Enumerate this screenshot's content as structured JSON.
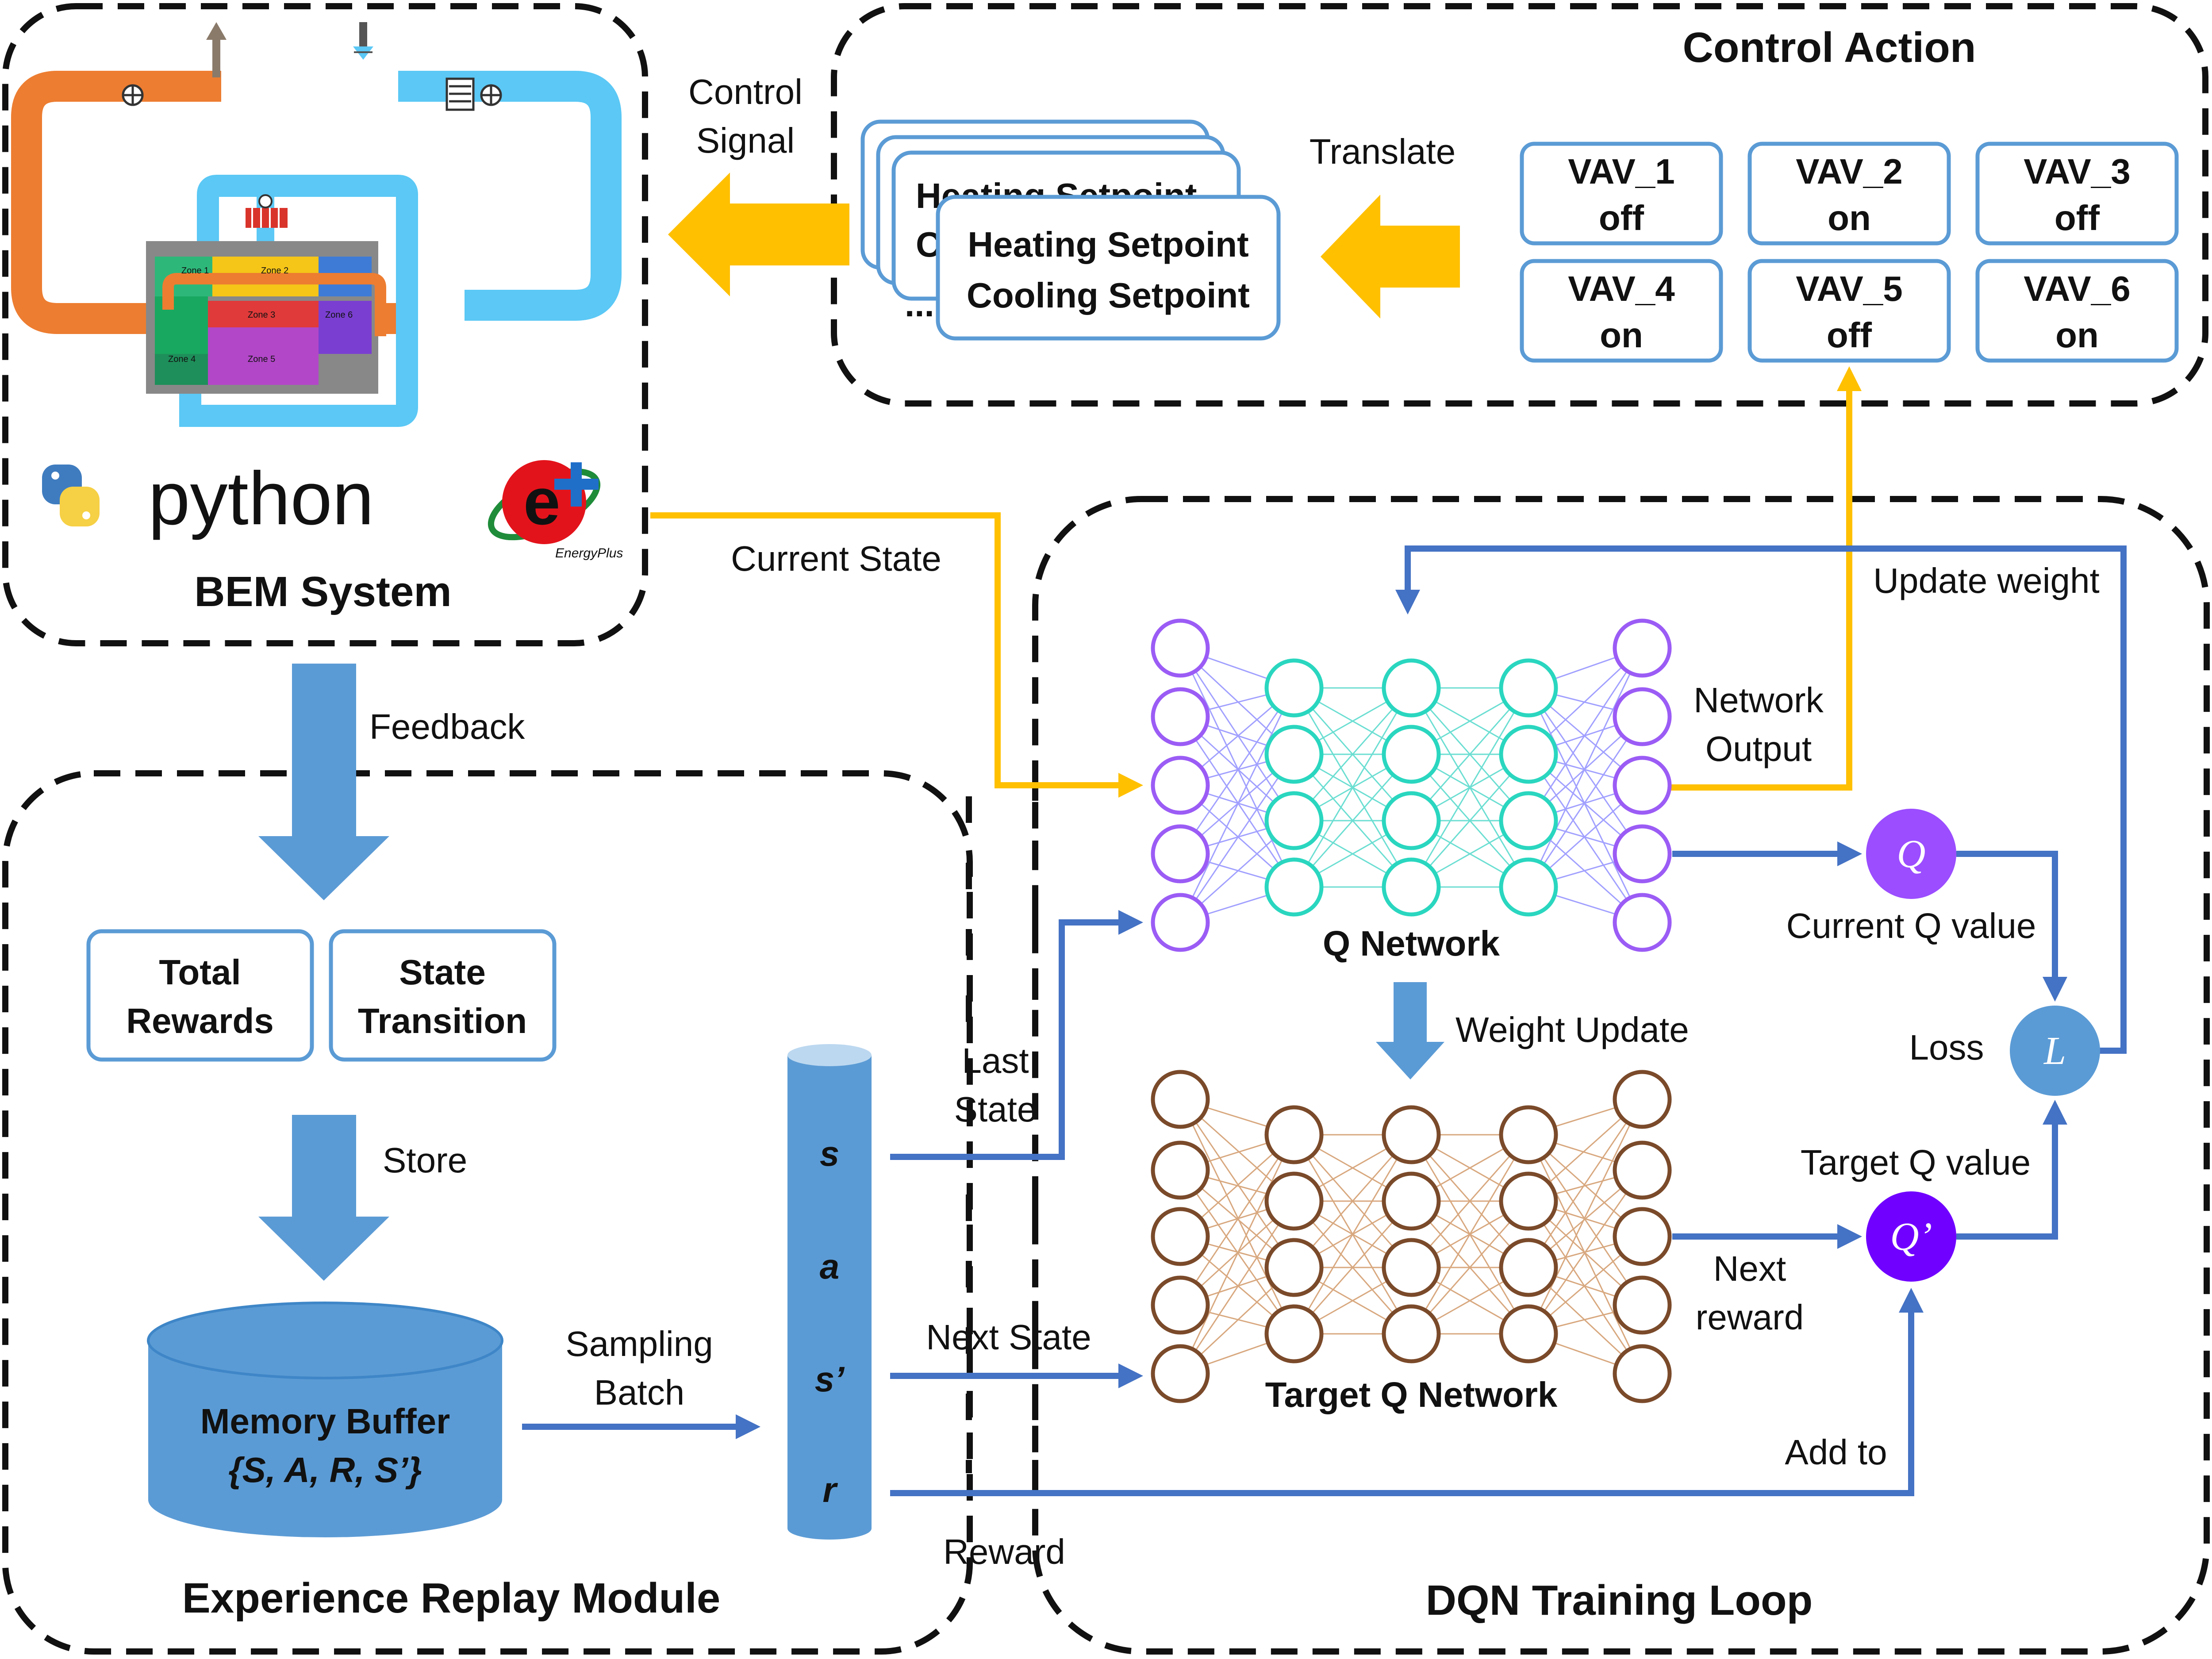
{
  "bem": {
    "title": "BEM System",
    "python_label": "python",
    "energyplus_label": "EnergyPlus",
    "zones": [
      "Zone 1",
      "Zone 2",
      "Zone 3",
      "Zone 4",
      "Zone 5",
      "Zone 6"
    ]
  },
  "control_action": {
    "title": "Control Action",
    "translate_label": "Translate",
    "vavs": [
      {
        "name": "VAV_1",
        "state": "off"
      },
      {
        "name": "VAV_2",
        "state": "on"
      },
      {
        "name": "VAV_3",
        "state": "off"
      },
      {
        "name": "VAV_4",
        "state": "on"
      },
      {
        "name": "VAV_5",
        "state": "off"
      },
      {
        "name": "VAV_6",
        "state": "on"
      }
    ],
    "setpoint_back": "Heating Setpoint",
    "setpoint_back_partial": "C",
    "setpoint_heating": "Heating Setpoint",
    "setpoint_cooling": "Cooling Setpoint",
    "ellipsis": "..."
  },
  "control_signal": {
    "line1": "Control",
    "line2": "Signal"
  },
  "current_state_label": "Current State",
  "feedback_label": "Feedback",
  "replay": {
    "title": "Experience Replay Module",
    "total_rewards": {
      "line1": "Total",
      "line2": "Rewards"
    },
    "state_transition": {
      "line1": "State",
      "line2": "Transition"
    },
    "store_label": "Store",
    "memory_buffer": {
      "line1": "Memory Buffer",
      "line2": "{S, A, R, S’}"
    },
    "sampling_batch": {
      "line1": "Sampling",
      "line2": "Batch"
    },
    "column_letters": [
      "s",
      "a",
      "s’",
      "r"
    ]
  },
  "dqn": {
    "title": "DQN Training Loop",
    "q_network": "Q Network",
    "target_q_network": "Target Q Network",
    "weight_update": "Weight Update",
    "update_weight": "Update weight",
    "network_output": {
      "line1": "Network",
      "line2": "Output"
    },
    "current_q_value": "Current Q value",
    "target_q_value": "Target Q value",
    "loss_label": "Loss",
    "q_symbol": "Q",
    "q_prime_symbol": "Q’",
    "l_symbol": "L",
    "next_reward": {
      "line1": "Next",
      "line2": "reward"
    },
    "add_to": "Add to",
    "last_state": {
      "line1": "Last",
      "line2": "State"
    },
    "next_state": "Next State",
    "reward": "Reward"
  },
  "colors": {
    "yellow_arrow": "#ffc000",
    "blue_arrow": "#4472c4",
    "block_blue": "#5b9bd5",
    "box_border": "#5b9bd5",
    "off_red": "#c00000",
    "on_green": "#70ad47",
    "heating_red": "#c00000",
    "cooling_blue": "#4472c4",
    "q_purple": "#9b4dff",
    "q_prime_purple": "#7000ff",
    "loss_blue": "#5b9bd5",
    "duct_orange": "#ed7d31",
    "duct_blue": "#5bc8f5"
  }
}
